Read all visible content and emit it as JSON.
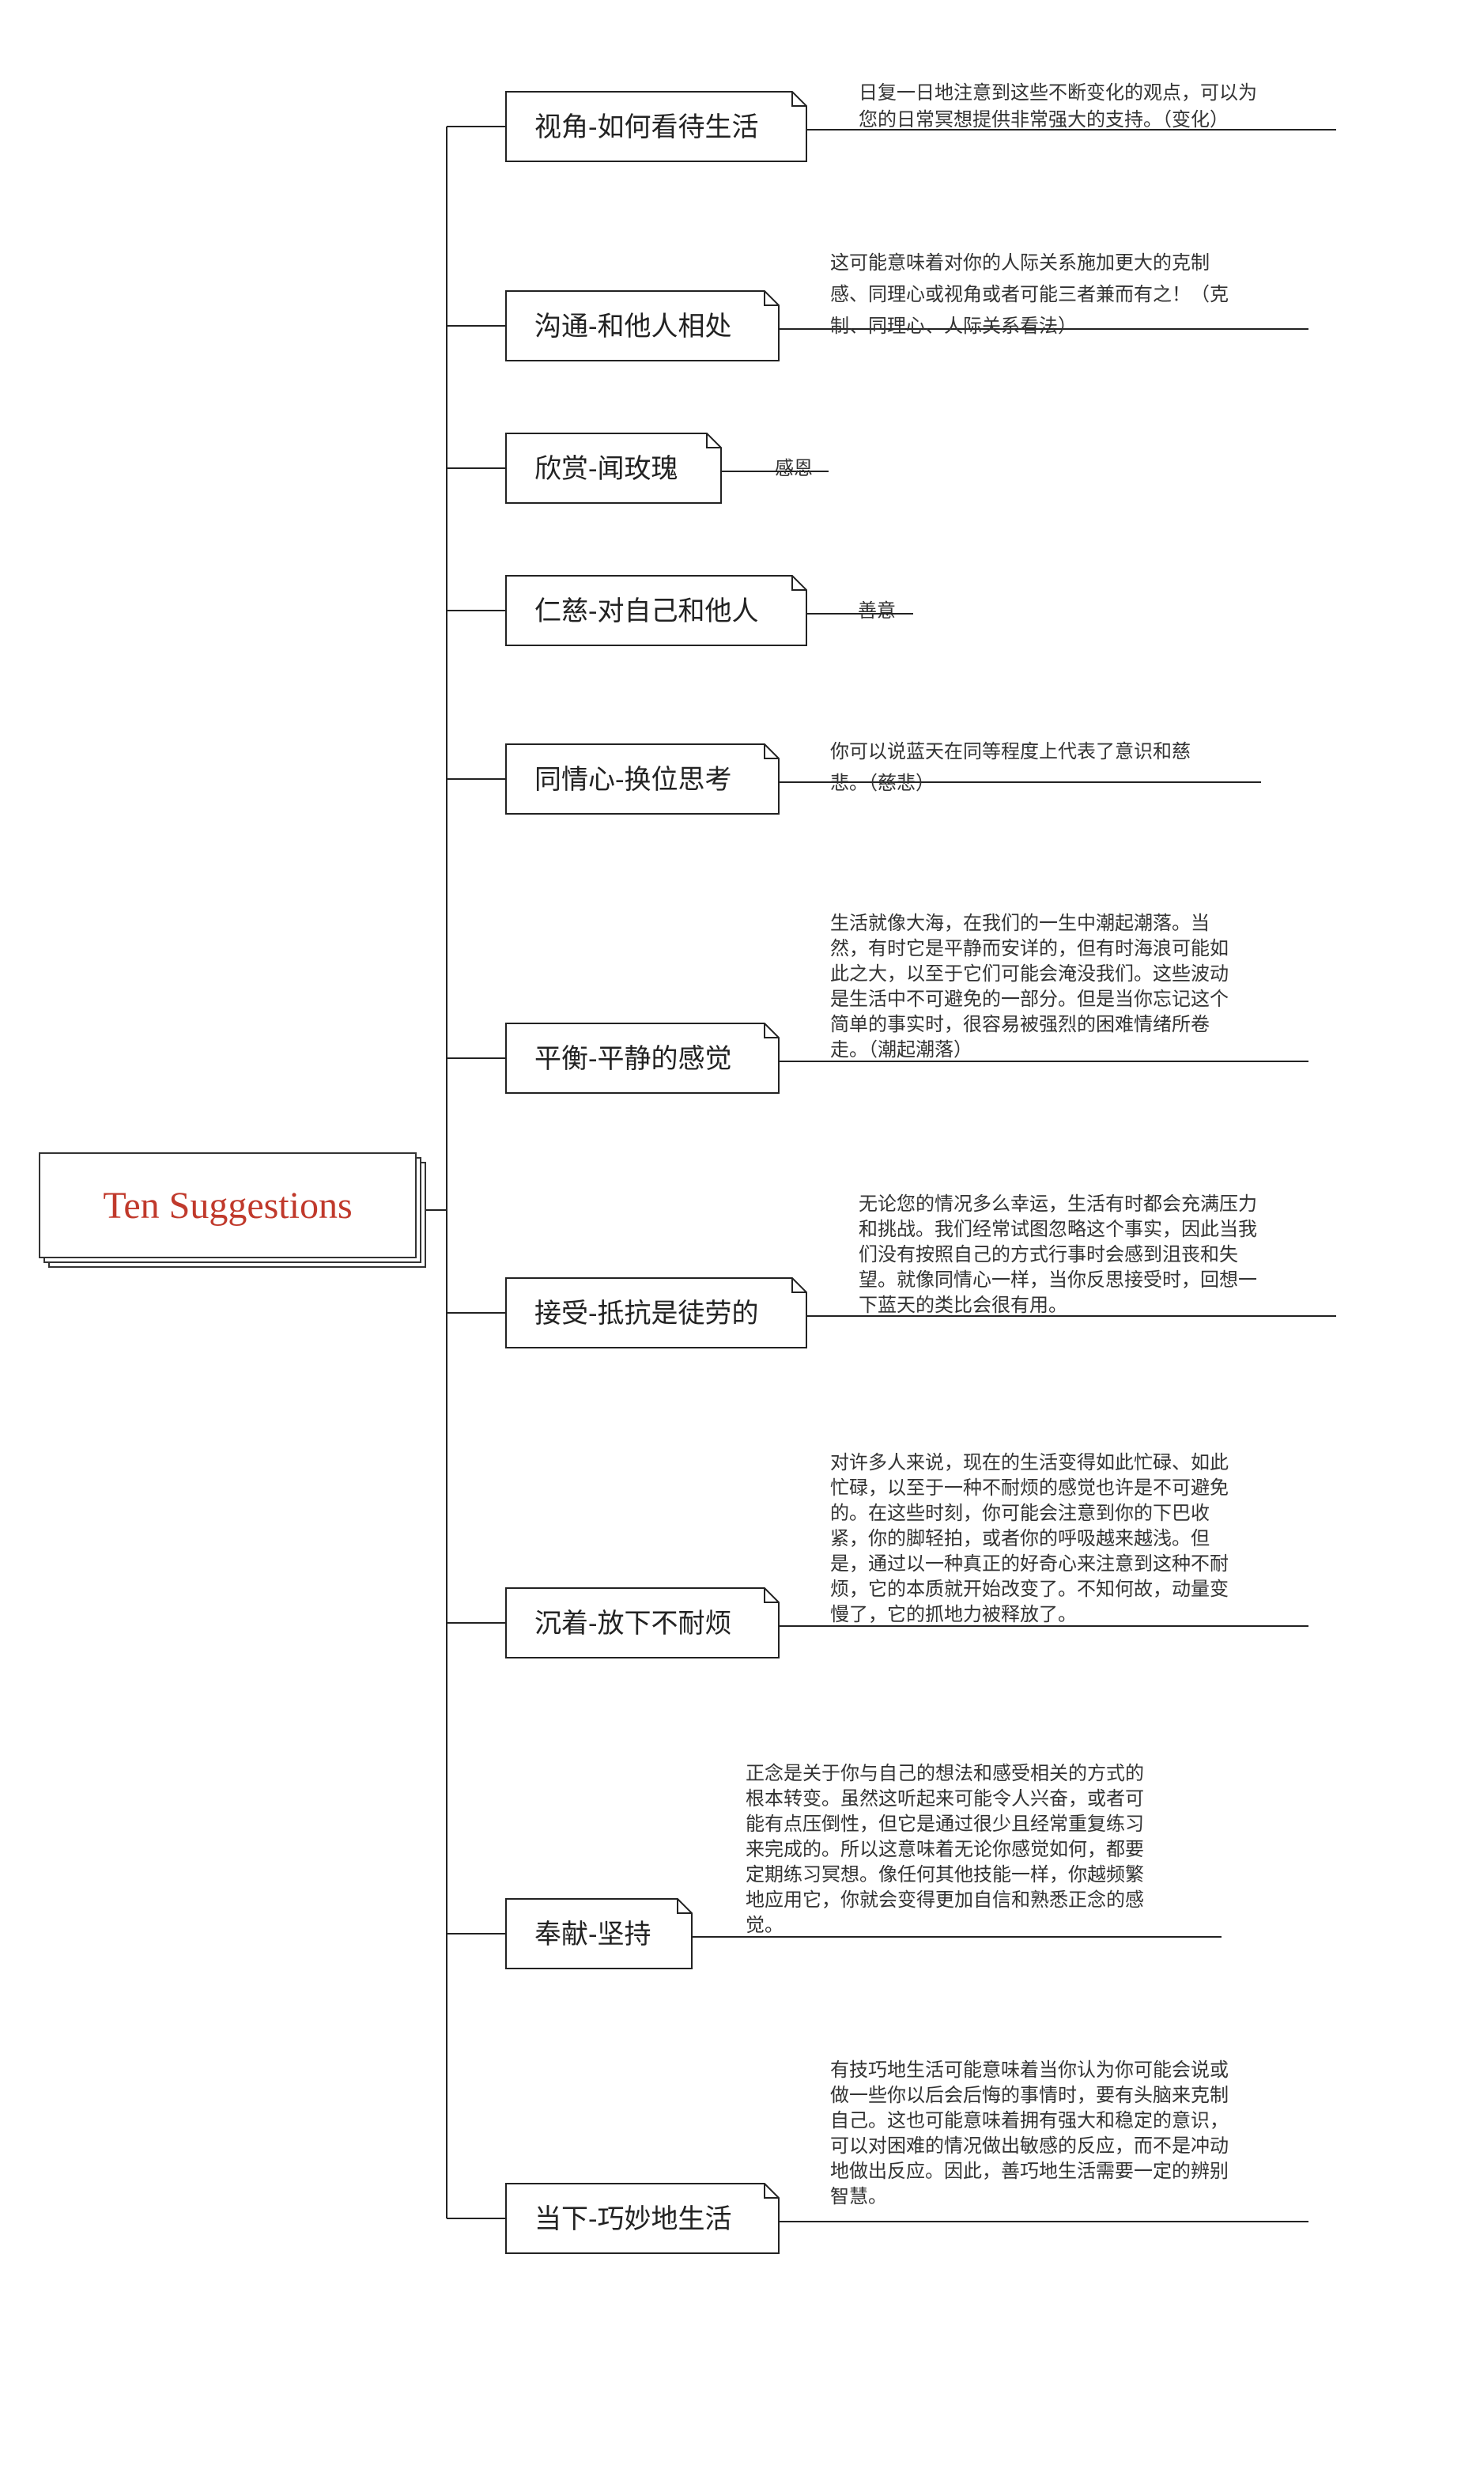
{
  "root": {
    "title": "Ten Suggestions",
    "title_color": "#c0392b"
  },
  "branches": [
    {
      "label": "视角-如何看待生活",
      "note": [
        "日复一日地注意到这些不断变化的观点，可以为",
        "您的日常冥想提供非常强大的支持。（变化）"
      ]
    },
    {
      "label": "沟通-和他人相处",
      "note": [
        "这可能意味着对你的人际关系施加更大的克制",
        "感、同理心或视角或者可能三者兼而有之！（克",
        "制、同理心、人际关系看法）"
      ]
    },
    {
      "label": "欣赏-闻玫瑰",
      "note": [
        "感恩"
      ]
    },
    {
      "label": "仁慈-对自己和他人",
      "note": [
        "善意"
      ]
    },
    {
      "label": "同情心-换位思考",
      "note": [
        "你可以说蓝天在同等程度上代表了意识和慈",
        "悲。（慈悲）"
      ]
    },
    {
      "label": "平衡-平静的感觉",
      "note": [
        "生活就像大海，在我们的一生中潮起潮落。当",
        "然，有时它是平静而安详的，但有时海浪可能如",
        "此之大，以至于它们可能会淹没我们。这些波动",
        "是生活中不可避免的一部分。但是当你忘记这个",
        "简单的事实时，很容易被强烈的困难情绪所卷",
        "走。（潮起潮落）"
      ]
    },
    {
      "label": "接受-抵抗是徒劳的",
      "note": [
        "无论您的情况多么幸运，生活有时都会充满压力",
        "和挑战。我们经常试图忽略这个事实，因此当我",
        "们没有按照自己的方式行事时会感到沮丧和失",
        "望。就像同情心一样，当你反思接受时，回想一",
        "下蓝天的类比会很有用。"
      ]
    },
    {
      "label": "沉着-放下不耐烦",
      "note": [
        "对许多人来说，现在的生活变得如此忙碌、如此",
        "忙碌，以至于一种不耐烦的感觉也许是不可避免",
        "的。在这些时刻，你可能会注意到你的下巴收",
        "紧，你的脚轻拍，或者你的呼吸越来越浅。但",
        "是，通过以一种真正的好奇心来注意到这种不耐",
        "烦，它的本质就开始改变了。不知何故，动量变",
        "慢了，它的抓地力被释放了。"
      ]
    },
    {
      "label": "奉献-坚持",
      "note": [
        "正念是关于你与自己的想法和感受相关的方式的",
        "根本转变。虽然这听起来可能令人兴奋，或者可",
        "能有点压倒性，但它是通过很少且经常重复练习",
        "来完成的。所以这意味着无论你感觉如何，都要",
        "定期练习冥想。像任何其他技能一样，你越频繁",
        "地应用它，你就会变得更加自信和熟悉正念的感",
        "觉。"
      ]
    },
    {
      "label": "当下-巧妙地生活",
      "note": [
        "有技巧地生活可能意味着当你认为你可能会说或",
        "做一些你以后会后悔的事情时，要有头脑来克制",
        "自己。这也可能意味着拥有强大和稳定的意识，",
        "可以对困难的情况做出敏感的反应，而不是冲动",
        "地做出反应。因此，善巧地生活需要一定的辨别",
        "智慧。"
      ]
    }
  ]
}
